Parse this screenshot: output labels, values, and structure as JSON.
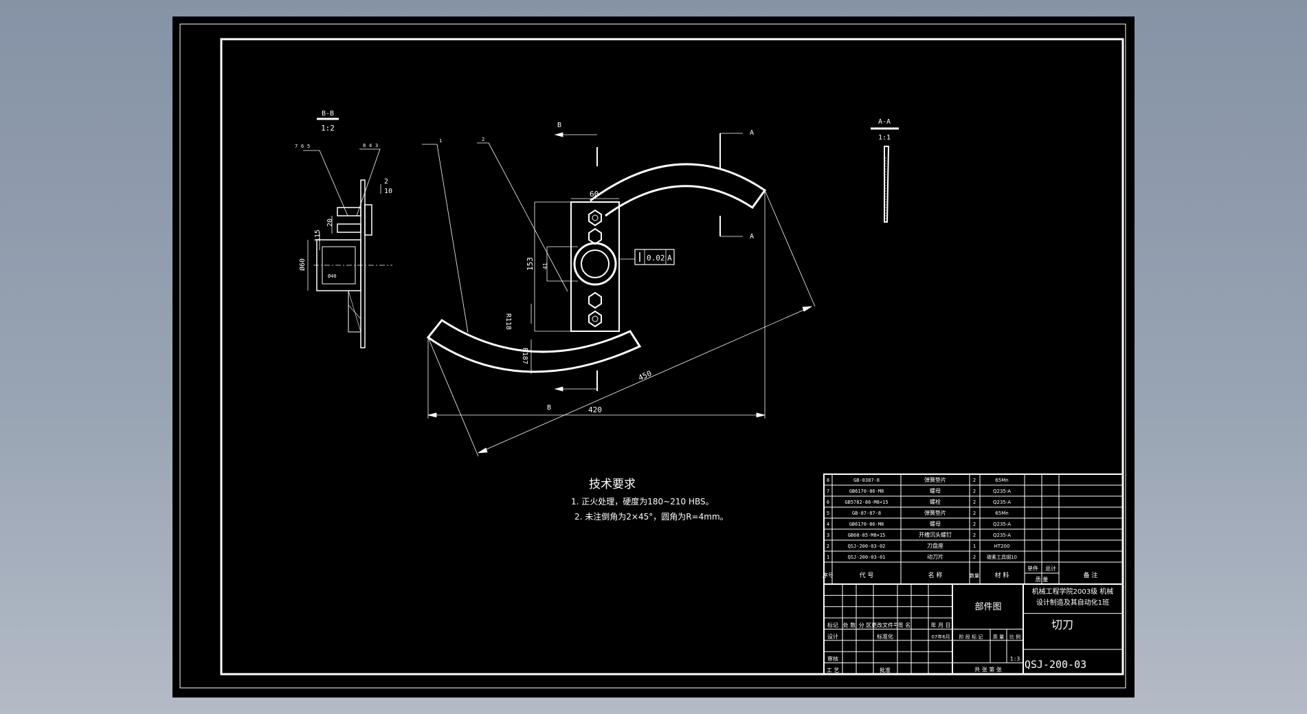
{
  "colors": {
    "background": "#8f9bad",
    "sheet": "#000000",
    "line": "#ffffff"
  },
  "section_bb": {
    "label": "B-B",
    "scale": "1:2"
  },
  "section_aa": {
    "label": "A-A",
    "scale": "1:1"
  },
  "balloons": [
    "1",
    "2"
  ],
  "balloons_left_a": [
    "7",
    "6",
    "5"
  ],
  "balloons_left_b": [
    "8",
    "4",
    "3"
  ],
  "cut_labels": {
    "b_top": "B",
    "b_bottom": "B",
    "a_top": "A",
    "a_bottom": "A"
  },
  "dims": {
    "d60": "60",
    "d153": "153",
    "d420": "420",
    "d450": "450",
    "r118": "R118",
    "r187": "R187",
    "d2": "2",
    "d10": "10",
    "d20": "20",
    "d115": "115",
    "dia60": "Ø60",
    "bore": "Ø40",
    "small": "41"
  },
  "tolerance": {
    "value": "0.02",
    "datum": "A"
  },
  "tech": {
    "title": "技术要求",
    "line1": "1. 正火处理，硬度为180~210 HBS。",
    "line2": "2. 未注倒角为2×45°，圆角为R=4mm。"
  },
  "bom": {
    "rows": [
      {
        "no": "8",
        "code": "GB-0387-8",
        "name": "弹簧垫片",
        "qty": "2",
        "mat": "65Mn"
      },
      {
        "no": "7",
        "code": "GB6170-86-M8",
        "name": "螺母",
        "qty": "2",
        "mat": "Q235-A"
      },
      {
        "no": "6",
        "code": "GB5782-86-M8×15",
        "name": "螺栓",
        "qty": "2",
        "mat": "Q235-A"
      },
      {
        "no": "5",
        "code": "GB-87-87-8",
        "name": "弹簧垫片",
        "qty": "2",
        "mat": "65Mn"
      },
      {
        "no": "4",
        "code": "GB6170-86-M8",
        "name": "螺母",
        "qty": "2",
        "mat": "Q235-A"
      },
      {
        "no": "3",
        "code": "GB68-85-M8×15",
        "name": "开槽沉头螺钉",
        "qty": "2",
        "mat": "Q235-A"
      },
      {
        "no": "2",
        "code": "QSJ-200-03-02",
        "name": "刀盘座",
        "qty": "1",
        "mat": "HT200"
      },
      {
        "no": "1",
        "code": "QSJ-200-03-01",
        "name": "动刀片",
        "qty": "2",
        "mat": "碳素工具钢10"
      }
    ],
    "header": {
      "no": "序号",
      "code": "代 号",
      "name": "名 称",
      "qty": "数量",
      "mat": "材 料",
      "unit_weight": "单件",
      "total_weight": "总计",
      "weight": "质 量",
      "note": "备 注"
    }
  },
  "title_block": {
    "drawing_type": "部件图",
    "org_line1": "机械工程学院2003级 机械",
    "org_line2": "设计制造及其自动化1班",
    "part_name": "切刀",
    "drawing_no": "QSJ-200-03",
    "scale": "1:3",
    "labels": {
      "mark": "标记",
      "count": "处 数",
      "zone": "分 区",
      "change_doc": "更改文件号",
      "sign": "签 名",
      "date": "年 月 日",
      "design": "设计",
      "standardize": "标准化",
      "date_val": "07年6月",
      "stage": "阶 段 标 记",
      "weight": "质 量",
      "scale": "比 例",
      "review": "审核",
      "process": "工 艺",
      "approve": "批准",
      "sheets": "共 张 第 张"
    }
  }
}
